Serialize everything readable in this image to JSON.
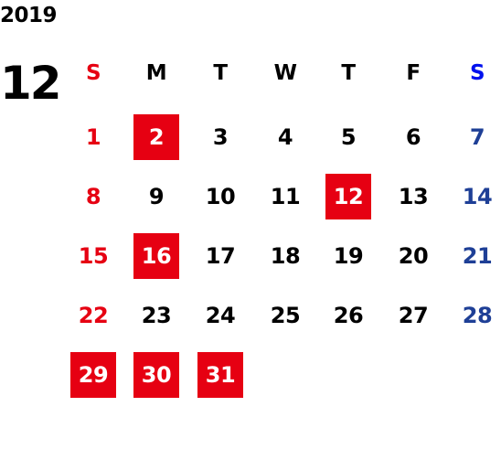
{
  "calendar": {
    "year": "2019",
    "month": "12",
    "weekdays": [
      "S",
      "M",
      "T",
      "W",
      "T",
      "F",
      "S"
    ],
    "weeks": [
      [
        "1",
        "2",
        "3",
        "4",
        "5",
        "6",
        "7"
      ],
      [
        "8",
        "9",
        "10",
        "11",
        "12",
        "13",
        "14"
      ],
      [
        "15",
        "16",
        "17",
        "18",
        "19",
        "20",
        "21"
      ],
      [
        "22",
        "23",
        "24",
        "25",
        "26",
        "27",
        "28"
      ],
      [
        "29",
        "30",
        "31",
        "",
        "",
        "",
        ""
      ]
    ],
    "highlighted_days": [
      "2",
      "12",
      "16",
      "29",
      "30",
      "31"
    ],
    "colors": {
      "sunday": "#e60012",
      "saturday": "#1e3f96",
      "saturday_header": "#0011ee",
      "weekday": "#000000",
      "highlight_bg": "#e60012",
      "highlight_text": "#ffffff"
    }
  }
}
